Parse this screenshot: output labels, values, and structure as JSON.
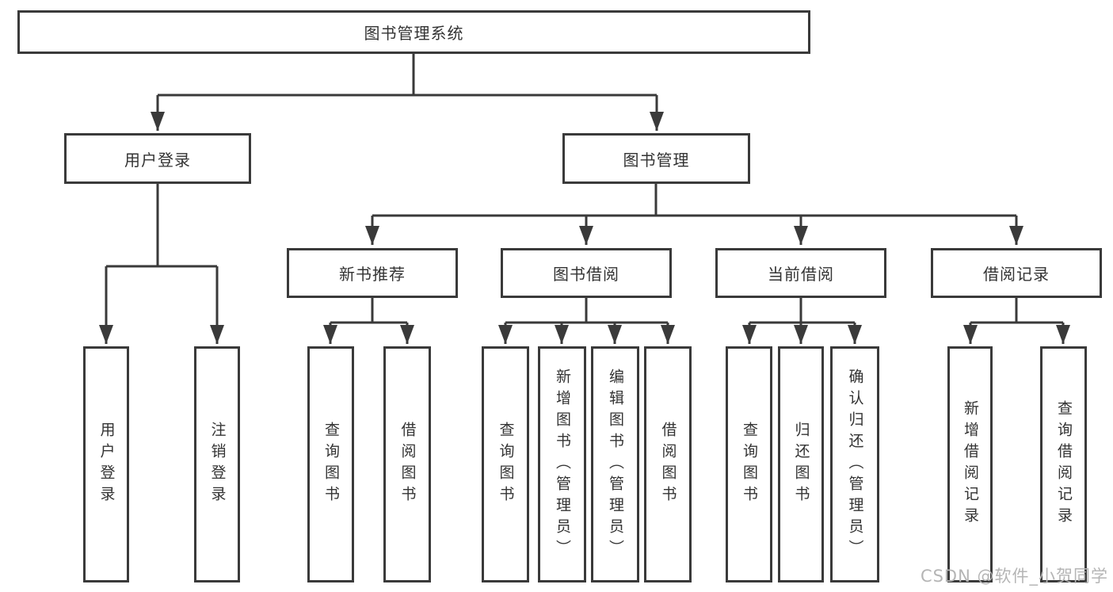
{
  "tree": {
    "root": {
      "label": "图书管理系统"
    },
    "branches": [
      {
        "label": "用户登录",
        "children": [
          {
            "label": "用户登录"
          },
          {
            "label": "注销登录"
          }
        ]
      },
      {
        "label": "图书管理",
        "sections": [
          {
            "label": "新书推荐",
            "children": [
              {
                "label": "查询图书"
              },
              {
                "label": "借阅图书"
              }
            ]
          },
          {
            "label": "图书借阅",
            "children": [
              {
                "label": "查询图书"
              },
              {
                "label": "新增图书（管理员）"
              },
              {
                "label": "编辑图书（管理员）"
              },
              {
                "label": "借阅图书"
              }
            ]
          },
          {
            "label": "当前借阅",
            "children": [
              {
                "label": "查询图书"
              },
              {
                "label": "归还图书"
              },
              {
                "label": "确认归还（管理员）"
              }
            ]
          },
          {
            "label": "借阅记录",
            "children": [
              {
                "label": "新增借阅记录"
              },
              {
                "label": "查询借阅记录"
              }
            ]
          }
        ]
      }
    ]
  },
  "watermark": {
    "text": "CSDN @软件_小贺同学"
  },
  "colors": {
    "line": "#3a3a3a",
    "text": "#333333",
    "watermark": "#b5b5b5",
    "background": "#ffffff"
  }
}
